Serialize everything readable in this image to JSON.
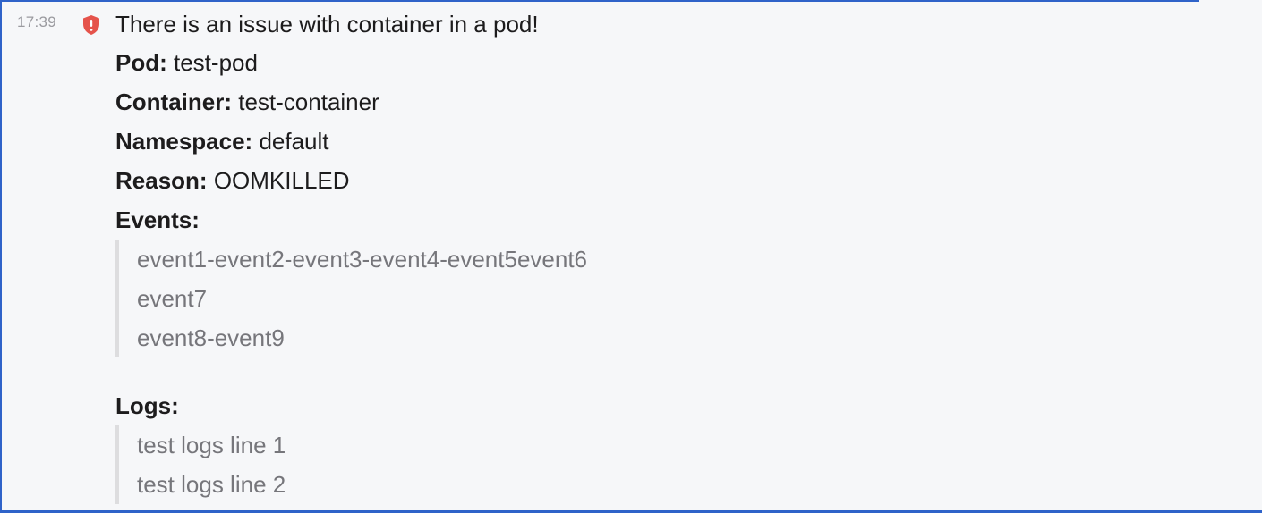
{
  "message": {
    "time": "17:39",
    "icon": "shield-alert-icon",
    "title": "There is an issue with container in a pod!",
    "fields": [
      {
        "label": "Pod:",
        "value": "test-pod"
      },
      {
        "label": "Container:",
        "value": "test-container"
      },
      {
        "label": "Namespace:",
        "value": "default"
      },
      {
        "label": "Reason:",
        "value": "OOMKILLED"
      }
    ],
    "events_label": "Events:",
    "events": [
      "event1-event2-event3-event4-event5event6",
      "event7",
      "event8-event9"
    ],
    "logs_label": "Logs:",
    "logs": [
      "test logs line 1",
      "test logs line 2"
    ]
  },
  "colors": {
    "accent_frame": "#2f63c9",
    "alert_icon": "#e5534b",
    "background": "#f6f7f9",
    "quote_text": "#76767b"
  }
}
